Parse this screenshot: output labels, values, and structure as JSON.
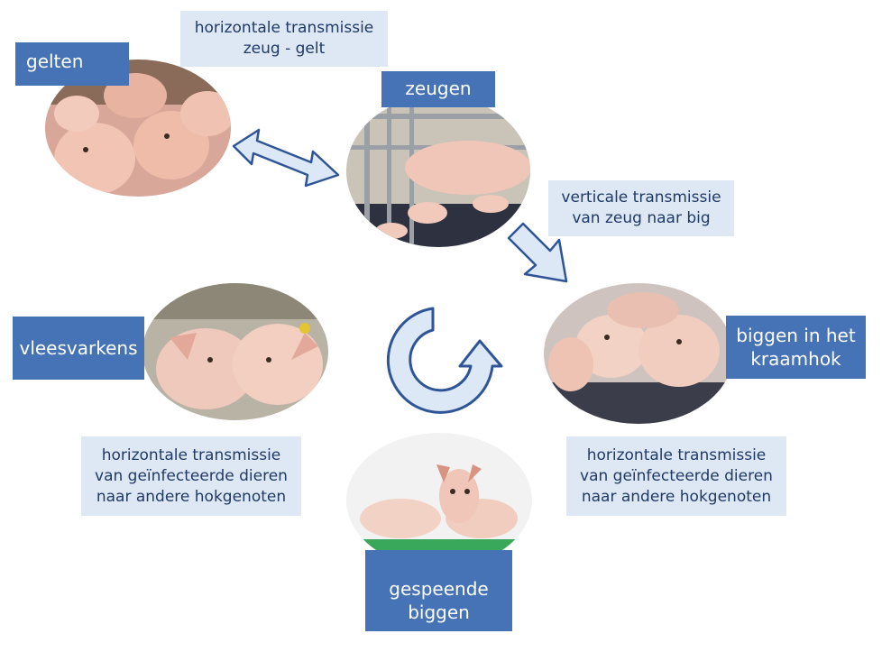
{
  "colors": {
    "label_blue": "#4573b5",
    "label_light": "#dde8f4",
    "arrow_fill": "#dce8f6",
    "arrow_stroke": "#2f5597"
  },
  "stages": {
    "gelten": "gelten",
    "zeugen": "zeugen",
    "biggen_kraamhok_line1": "biggen in het",
    "biggen_kraamhok_line2": "kraamhok",
    "gespeende_line1": "gespeende",
    "gespeende_line2": "biggen",
    "vleesvarkens": "vleesvarkens"
  },
  "transmissions": {
    "horizontal_top_line1": "horizontale transmissie",
    "horizontal_top_line2": "zeug - gelt",
    "vertical_line1": "verticale transmissie",
    "vertical_line2": "van zeug naar big",
    "horizontal_left_line1": "horizontale transmissie",
    "horizontal_left_line2": "van geïnfecteerde dieren",
    "horizontal_left_line3": "naar andere hokgenoten",
    "horizontal_right_line1": "horizontale transmissie",
    "horizontal_right_line2": "van geïnfecteerde dieren",
    "horizontal_right_line3": "naar andere hokgenoten"
  },
  "icons": {
    "double_arrow": "double-arrow-icon",
    "down_arrow": "diagonal-arrow-icon",
    "cycle": "cycle-arrow-icon"
  }
}
